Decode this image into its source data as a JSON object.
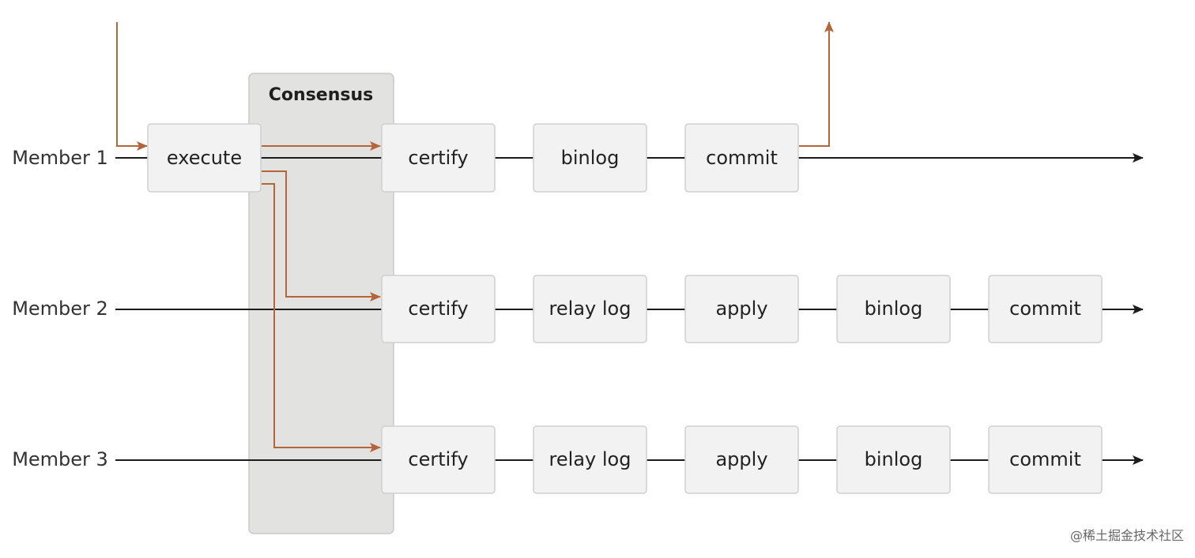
{
  "consensus_label": "Consensus",
  "members": [
    {
      "label": "Member 1",
      "steps": [
        "execute",
        "certify",
        "binlog",
        "commit"
      ]
    },
    {
      "label": "Member 2",
      "steps": [
        "certify",
        "relay log",
        "apply",
        "binlog",
        "commit"
      ]
    },
    {
      "label": "Member 3",
      "steps": [
        "certify",
        "relay log",
        "apply",
        "binlog",
        "commit"
      ]
    }
  ],
  "watermark": "@稀土掘金技术社区",
  "colors": {
    "flow_arrow": "#b5653a",
    "timeline": "#1c1c1c",
    "box_fill": "#f2f2f2",
    "box_border": "#d0d0d0",
    "consensus_fill": "#e2e2e0",
    "consensus_border": "#c9c9c6"
  }
}
